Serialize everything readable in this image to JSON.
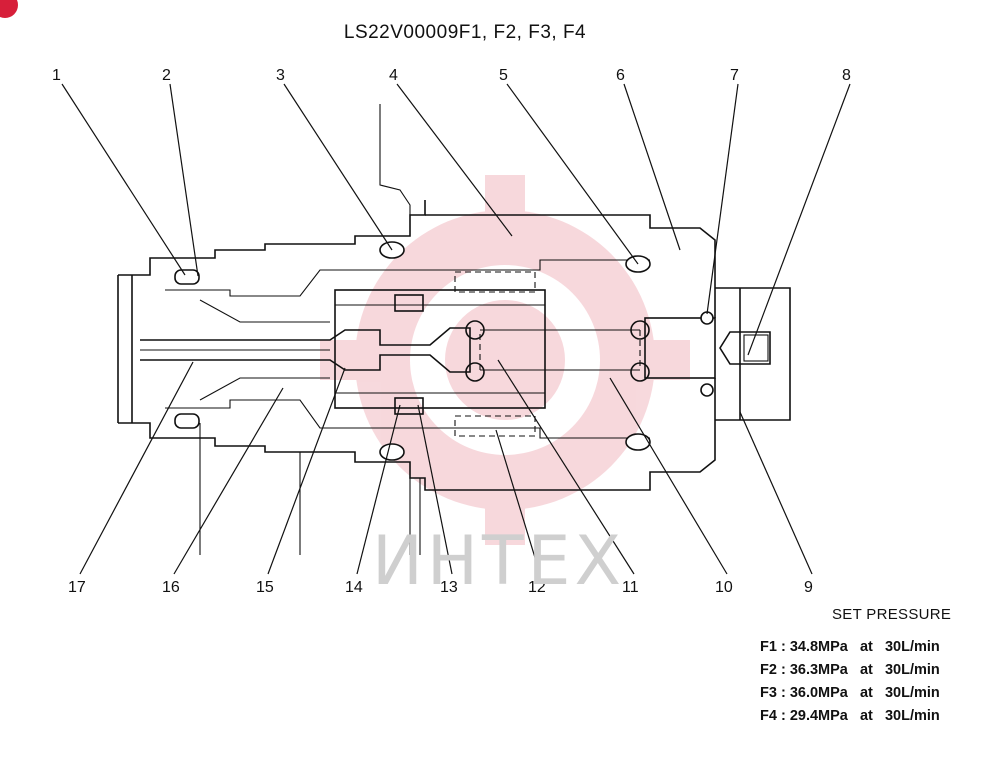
{
  "title": "LS22V00009F1, F2, F3, F4",
  "watermark": "ИНТЕХ",
  "callouts": [
    "1",
    "2",
    "3",
    "4",
    "5",
    "6",
    "7",
    "8",
    "9",
    "10",
    "11",
    "12",
    "13",
    "14",
    "15",
    "16",
    "17"
  ],
  "set_pressure": {
    "heading": "SET PRESSURE",
    "rows": [
      {
        "variant": "F1",
        "pressure": "34.8MPa",
        "at": "at",
        "flow": "30L/min"
      },
      {
        "variant": "F2",
        "pressure": "36.3MPa",
        "at": "at",
        "flow": "30L/min"
      },
      {
        "variant": "F3",
        "pressure": "36.0MPa",
        "at": "at",
        "flow": "30L/min"
      },
      {
        "variant": "F4",
        "pressure": "29.4MPa",
        "at": "at",
        "flow": "30L/min"
      }
    ]
  },
  "colors": {
    "watermark_gear": "#f4c6cc",
    "corner_mark": "#d71f3a"
  }
}
